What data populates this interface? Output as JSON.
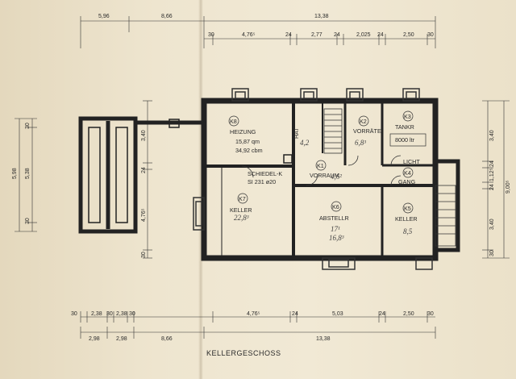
{
  "drawing": {
    "title": "KELLERGESCHOSS"
  },
  "dimensions": {
    "top_outer": [
      "5,96",
      "8,66",
      "13,38"
    ],
    "top_inner": [
      "30",
      "4,76⁵",
      "24",
      "2,77",
      "24",
      "2,025",
      "24",
      "2,50",
      "30"
    ],
    "bottom_inner": [
      "30",
      "2,38",
      "30",
      "2,38",
      "30",
      "4,76⁵",
      "24",
      "5,03",
      "24",
      "2,50",
      "30"
    ],
    "bottom_outer": [
      "2,98",
      "2,98",
      "8,66",
      "13,38"
    ],
    "left_outer": [
      "5,98",
      "5,38",
      "30",
      "30"
    ],
    "left_mid": [
      "3,40",
      "24",
      "4,76⁵",
      "30"
    ],
    "right_dims": [
      "3,40",
      "24",
      "1,12⁵",
      "24",
      "3,40",
      "30",
      "9,00⁵"
    ]
  },
  "rooms": {
    "k8": {
      "id": "K8",
      "name": "HEIZUNG",
      "area": "15,87 qm",
      "volume": "34,92 cbm"
    },
    "k2": {
      "id": "K2",
      "name": "VORRÄTE",
      "hand": "6,8³"
    },
    "k3": {
      "id": "K3",
      "name": "TANKR",
      "extra": "8000 ltr"
    },
    "k1": {
      "id": "K1",
      "name": "VORRAUM",
      "hand": "4,6²"
    },
    "schiedel": {
      "name": "SCHIEDEL-K",
      "spec": "SI 231  ø20"
    },
    "k7": {
      "id": "K7",
      "name": "KELLER",
      "hand": "22,8³"
    },
    "k6": {
      "id": "K6",
      "name": "ABSTELLR",
      "hand1": "17¹",
      "hand2": "16,8³"
    },
    "k4": {
      "id": "K4",
      "name": "GANG"
    },
    "k5": {
      "id": "K5",
      "name": "KELLER",
      "hand": "8,5"
    }
  },
  "annotations": {
    "hat": "HAT",
    "flur_hand": "4,2",
    "licht": "LICHT"
  }
}
